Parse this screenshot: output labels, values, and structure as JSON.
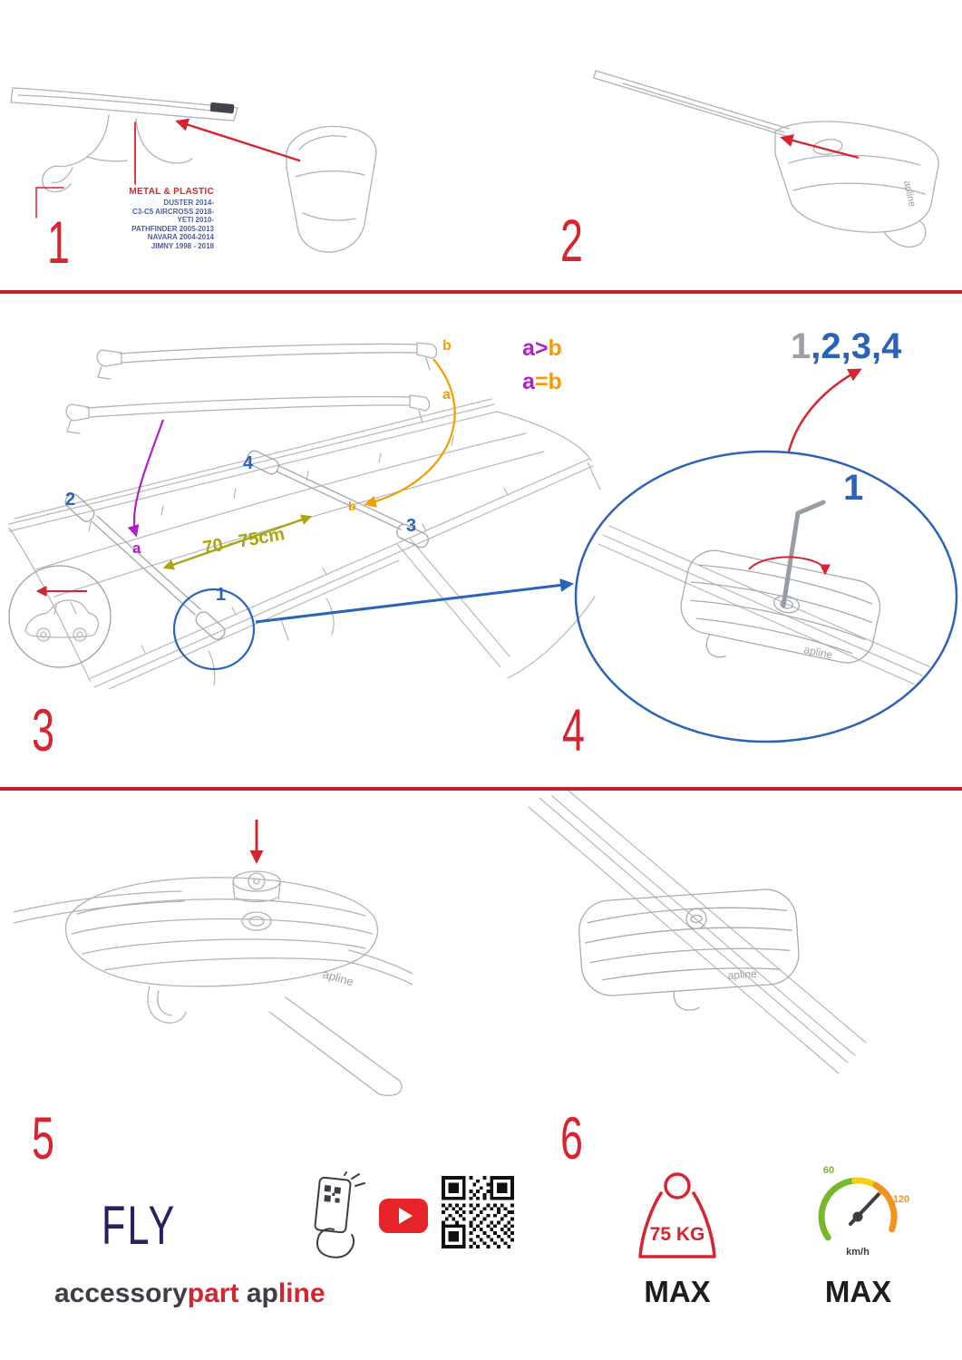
{
  "steps": {
    "n1": "1",
    "n2": "2",
    "n3": "3",
    "n4": "4",
    "n5": "5",
    "n6": "6"
  },
  "step1": {
    "material": "METAL & PLASTIC",
    "models": [
      "DUSTER 2014-",
      "C3-C5 AIRCROSS 2018-",
      "YETI 2010-",
      "PATHFINDER 2005-2013",
      "NAVARA 2004-2014",
      "JIMNY 1998 - 2018"
    ]
  },
  "step3": {
    "bar_b": "b",
    "bar_a": "a",
    "rule1": {
      "a": "a",
      "op": ">",
      "b": "b"
    },
    "rule2": {
      "a": "a",
      "op": "=",
      "b": "b"
    },
    "distance": "70 - 75cm",
    "car_a": "a",
    "car_b": "b",
    "pos1": "1",
    "pos2": "2",
    "pos3": "3",
    "pos4": "4"
  },
  "step4": {
    "sequence_first": "1",
    "sequence_rest": ",2,3,4",
    "callout": "1"
  },
  "brand": {
    "logo": "apline",
    "product": "FLY",
    "word1": "accessory",
    "word2": "part",
    "word3": "ap",
    "word4": "line"
  },
  "limits": {
    "weight": "75 KG",
    "weight_max": "MAX",
    "speed_low": "60",
    "speed_high": "120",
    "speed_unit": "km/h",
    "speed_max": "MAX"
  },
  "colors": {
    "accent_red": "#d6252e",
    "blue": "#2b63b8",
    "purple": "#b21fc9",
    "orange": "#f59d00",
    "olive": "#a9a516",
    "navy": "#262262"
  }
}
